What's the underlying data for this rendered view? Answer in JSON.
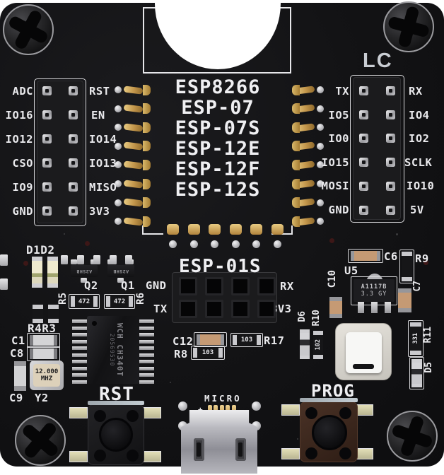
{
  "brand": "LC",
  "module_titles": [
    "ESP8266",
    "ESP-07",
    "ESP-07S",
    "ESP-12E",
    "ESP-12F",
    "ESP-12S"
  ],
  "esp01_title": "ESP-01S",
  "left_header": {
    "left_labels": [
      "ADC",
      "IO16",
      "IO12",
      "CSO",
      "IO9",
      "GND"
    ],
    "right_labels": [
      "RST",
      "EN",
      "IO14",
      "IO13",
      "MISO",
      "3V3"
    ]
  },
  "right_header": {
    "left_labels": [
      "TX",
      "IO5",
      "IO0",
      "IO15",
      "MOSI",
      "GND"
    ],
    "right_labels": [
      "RX",
      "IO4",
      "IO2",
      "SCLK",
      "IO10",
      "5V"
    ]
  },
  "esp01_socket": {
    "top_left": "GND",
    "top_right": "RX",
    "bottom_left": "TX",
    "bottom_right": "3V3"
  },
  "buttons": {
    "reset": "RST",
    "program": "PROG"
  },
  "usb": {
    "label": "MICRO",
    "polarity": "+"
  },
  "ic_u4": {
    "maker": "WCH",
    "part": "CH340T",
    "lot": "20569530"
  },
  "crystal": {
    "freq": "12.000",
    "unit": "MHZ"
  },
  "regulator": {
    "marking_line1": "A1117B",
    "marking_line2": "3.3 GY"
  },
  "refs": {
    "d1d2": "D1D2",
    "q2": "Q2",
    "q1": "Q1",
    "r5": "R5",
    "r6": "R6",
    "r4r3": "R4R3",
    "c1": "C1",
    "c8": "C8",
    "c9": "C9",
    "y2": "Y2",
    "c12": "C12",
    "r8": "R8",
    "r17": "R17",
    "d6": "D6",
    "r10": "R10",
    "c6": "C6",
    "r9": "R9",
    "c10": "C10",
    "u5": "U5",
    "c7": "C7",
    "r11": "R11",
    "d5": "D5"
  },
  "markings": {
    "transistor": "A2SHB",
    "r472": "472",
    "r103": "103",
    "r331": "331",
    "r102": "102"
  },
  "colors": {
    "board": "#121214",
    "silkscreen": "#e9e9ec",
    "gold_pin": "#c79a4a",
    "silver": "#c6c6ca",
    "background": "#ffffff"
  }
}
